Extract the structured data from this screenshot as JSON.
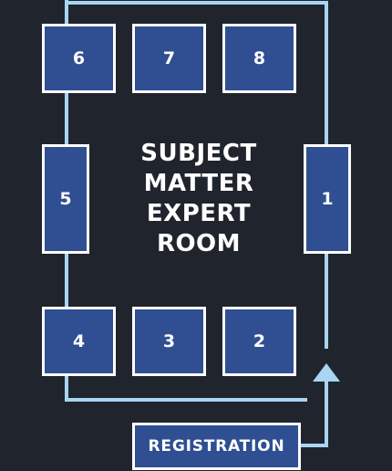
{
  "room": {
    "title_lines": [
      "SUBJECT",
      "MATTER",
      "EXPERT",
      "ROOM"
    ]
  },
  "stations": {
    "s1": "1",
    "s2": "2",
    "s3": "3",
    "s4": "4",
    "s5": "5",
    "s6": "6",
    "s7": "7",
    "s8": "8"
  },
  "registration": {
    "label": "REGISTRATION"
  },
  "colors": {
    "background": "#20242d",
    "box_fill": "#2f4f92",
    "box_border": "#ffffff",
    "path_line": "#a9d4f2"
  }
}
